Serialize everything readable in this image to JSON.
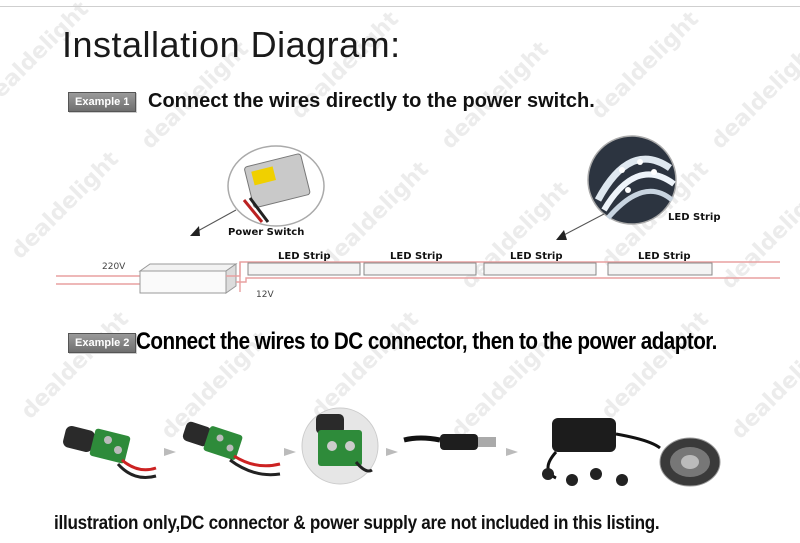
{
  "header": {
    "title": "Installation Diagram:"
  },
  "example1": {
    "badge": "Example 1",
    "instruction": "Connect the wires directly to the power switch.",
    "voltage_in": "220V",
    "voltage_out": "12V",
    "power_switch_label": "Power Switch",
    "strip_labels": [
      "LED Strip",
      "LED Strip",
      "LED Strip",
      "LED Strip"
    ],
    "photo_label": "LED Strip"
  },
  "example2": {
    "badge": "Example 2",
    "instruction": "Connect the wires to DC connector, then to the power adaptor."
  },
  "footnote": "illustration only,DC connector & power supply are not included in this listing.",
  "watermark": "dealdelight",
  "colors": {
    "wire": "#e8a0a0",
    "badge": "#7f7f7f",
    "connector_green": "#2e8b3a"
  },
  "icons": [
    "power-switch-photo",
    "led-strip-photo",
    "dc-connector-photo",
    "power-adaptor-photo",
    "arrow-right-icon"
  ]
}
